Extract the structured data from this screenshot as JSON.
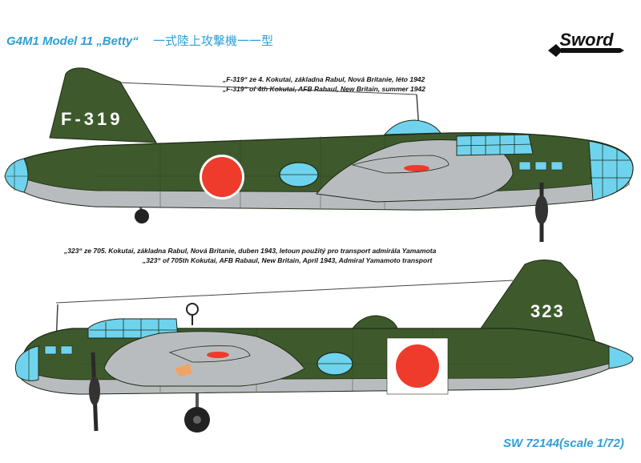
{
  "header": {
    "title": "G4M1 Model 11 „Betty“",
    "japanese_title": "一式陸上攻撃機一一型",
    "brand": "Sword"
  },
  "aircraft_1": {
    "caption_cz": "„F-319“ ze 4. Kokutai, základna Rabul, Nová Britanie, léto 1942",
    "caption_en": "„F-319“ of 4th Kokutai, AFB Rabaul, New Britain, summer 1942",
    "tail_code": "F-319"
  },
  "aircraft_2": {
    "caption_cz": "„323“ ze 705. Kokutai, základna Rabul, Nová Britanie, duben 1943, letoun použitý pro transport admirála Yamamota",
    "caption_en": "„323“ of 705th Kokutai, AFB Rabaul, New Britain, April 1943, Admiral Yamamoto transport",
    "tail_code": "323"
  },
  "footer": {
    "product_code": "SW 72144(scale 1/72)"
  },
  "colors": {
    "upper_green": "#3e5a2c",
    "underside_grey": "#b9bcbf",
    "glazing_blue": "#6fd3ee",
    "hinomaru_red": "#ee3b2b",
    "title_blue": "#2f9fd4"
  }
}
